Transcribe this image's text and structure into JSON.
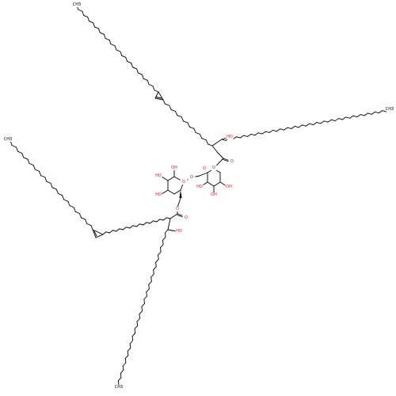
{
  "colors": {
    "bond": "#000000",
    "carbon_text": "#000000",
    "oxygen": "#ff0d0d"
  },
  "labels": {
    "ch3_top": "CH3",
    "ch3_right": "CH3",
    "ch3_left": "CH3",
    "ch3_bottom": "CH3",
    "ho_upper_chain": "HO",
    "ho_lower_chain": "HO",
    "o_ester_upper": "O",
    "o_ester_upper_carbonyl": "O",
    "o_ester_lower": "O",
    "o_ester_lower_carbonyl": "O",
    "o_glycosidic": "O",
    "o_ring_right": "O",
    "o_ring_left": "O",
    "ho_right_1": "HO",
    "oh_right_2": "OH",
    "oh_right_3": "OH",
    "oh_left_1": "OH",
    "ho_left_2": "HO",
    "ho_left_3": "HO"
  }
}
